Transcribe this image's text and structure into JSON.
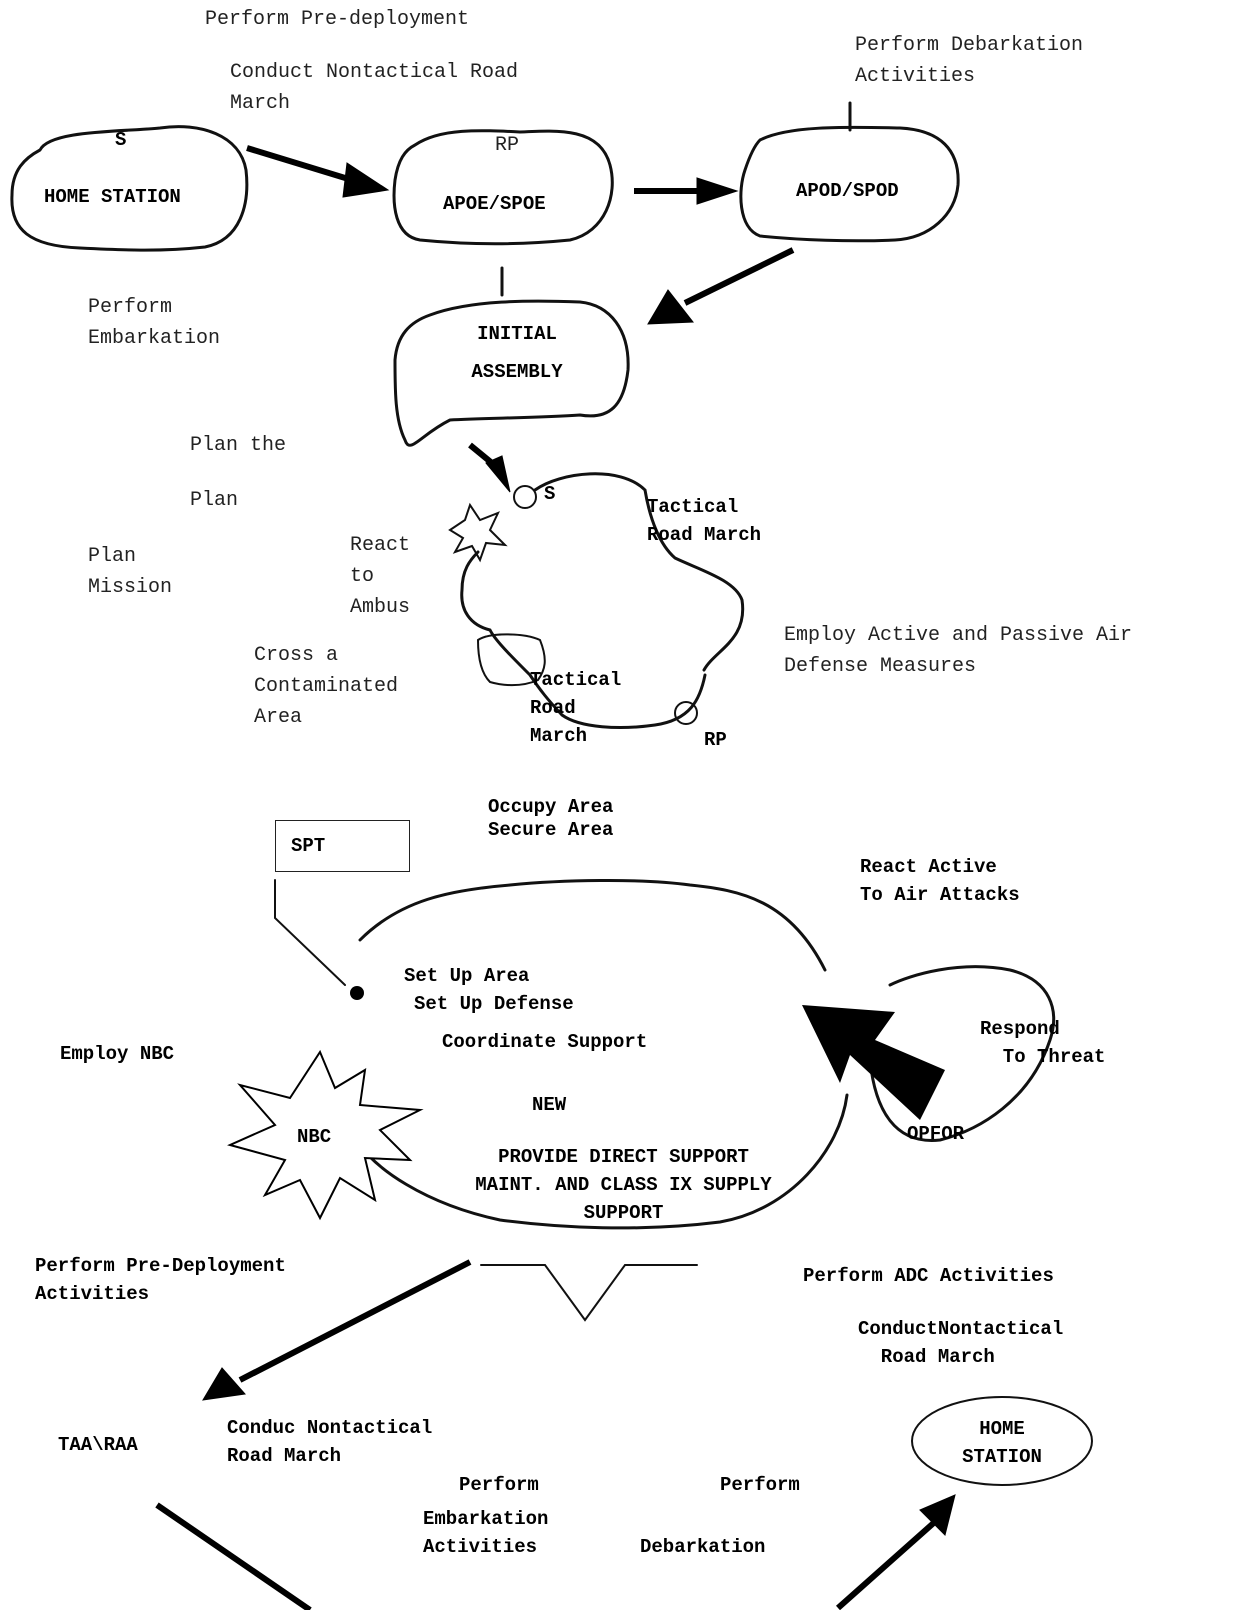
{
  "top": {
    "pre_deployment": "Perform Pre-deployment",
    "nontactical_march": "Conduct Nontactical Road\nMarch",
    "debarkation": "Perform Debarkation\nActivities",
    "embarkation": "Perform\nEmbarkation",
    "plan_the": "Plan the",
    "plan": "Plan",
    "plan_mission": "Plan\nMission",
    "react_ambush": "React\nto\nAmbus",
    "cross_contaminated": "Cross a\nContaminated\nArea",
    "air_defense": "Employ Active and Passive Air\nDefense Measures"
  },
  "nodes": {
    "home_s": "S",
    "home_station": "HOME STATION",
    "apoe_rp": "RP",
    "apoe": "APOE/SPOE",
    "apod": "APOD/SPOD",
    "initial_assembly": "INITIAL\nASSEMBLY"
  },
  "march": {
    "s_label": "S",
    "tactical_1": "Tactical\nRoad March",
    "tactical_2": "Tactical\nRoad\nMarch",
    "rp_label": "RP"
  },
  "area": {
    "occupy": "Occupy Area",
    "secure": "Secure Area",
    "spt": "SPT",
    "react_air": "React Active\nTo Air Attacks",
    "set_up_area": "Set Up Area",
    "set_up_defense": "Set Up Defense",
    "coordinate": "Coordinate Support",
    "employ_nbc": "Employ NBC",
    "respond": "Respond\n  To Threat",
    "opfor": "OPFOR",
    "nbc": "NBC",
    "new": "NEW",
    "provide": "PROVIDE DIRECT SUPPORT\nMAINT. AND CLASS IX SUPPLY\nSUPPORT"
  },
  "bottom": {
    "pre_deployment": "Perform Pre-Deployment\nActivities",
    "adc": "Perform ADC Activities",
    "conduct_nontactical": "ConductNontactical\n  Road March",
    "taa_raa": "TAA\\RAA",
    "conduc_nontactical": "Conduc Nontactical\nRoad March",
    "home_station": "HOME\nSTATION",
    "perform_emb": "Perform",
    "embarkation": "Embarkation\nActivities",
    "perform_deb": "Perform",
    "debarkation": "Debarkation"
  }
}
